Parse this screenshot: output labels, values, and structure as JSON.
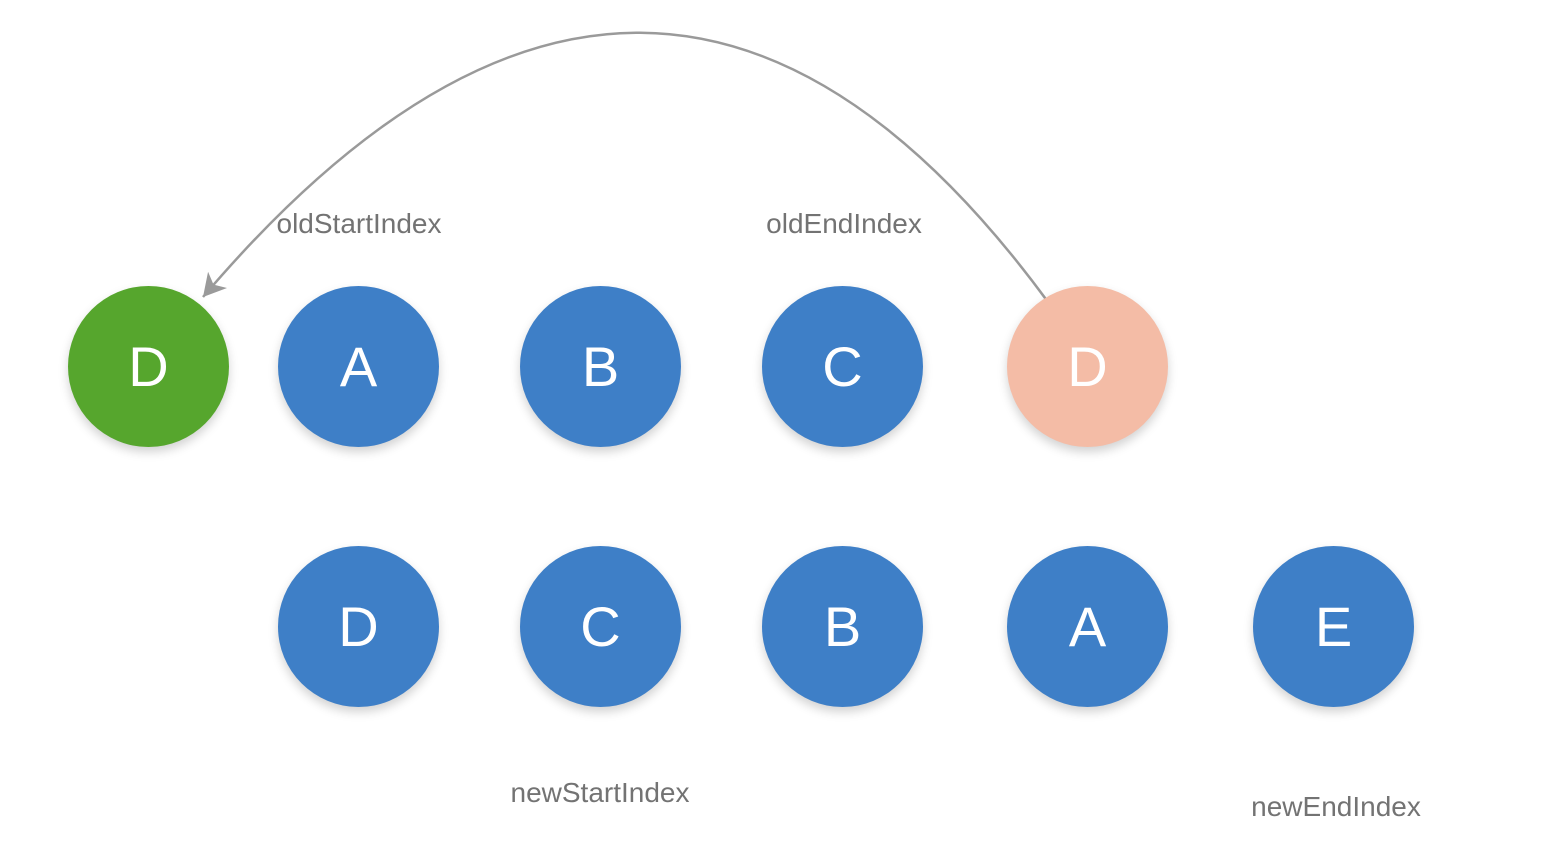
{
  "page": {
    "background": "#ffffff"
  },
  "colors": {
    "node_blue": "#3e7fc7",
    "node_green": "#56a62d",
    "node_pink": "#f4bca6",
    "node_letter": "#ffffff",
    "label_text": "#737373",
    "arrow": "#9a9a9a"
  },
  "labels": {
    "old_start": "oldStartIndex",
    "old_end": "oldEndIndex",
    "new_start": "newStartIndex",
    "new_end": "newEndIndex"
  },
  "nodes": {
    "old": [
      {
        "letter": "D",
        "color": "green"
      },
      {
        "letter": "A",
        "color": "blue"
      },
      {
        "letter": "B",
        "color": "blue"
      },
      {
        "letter": "C",
        "color": "blue"
      },
      {
        "letter": "D",
        "color": "pink"
      }
    ],
    "new": [
      {
        "letter": "D",
        "color": "blue"
      },
      {
        "letter": "C",
        "color": "blue"
      },
      {
        "letter": "B",
        "color": "blue"
      },
      {
        "letter": "A",
        "color": "blue"
      },
      {
        "letter": "E",
        "color": "blue"
      }
    ]
  },
  "arrow": {
    "from": "old list tail node D (pink)",
    "to": "old list head node D (green)",
    "shape": "curved-arc"
  }
}
